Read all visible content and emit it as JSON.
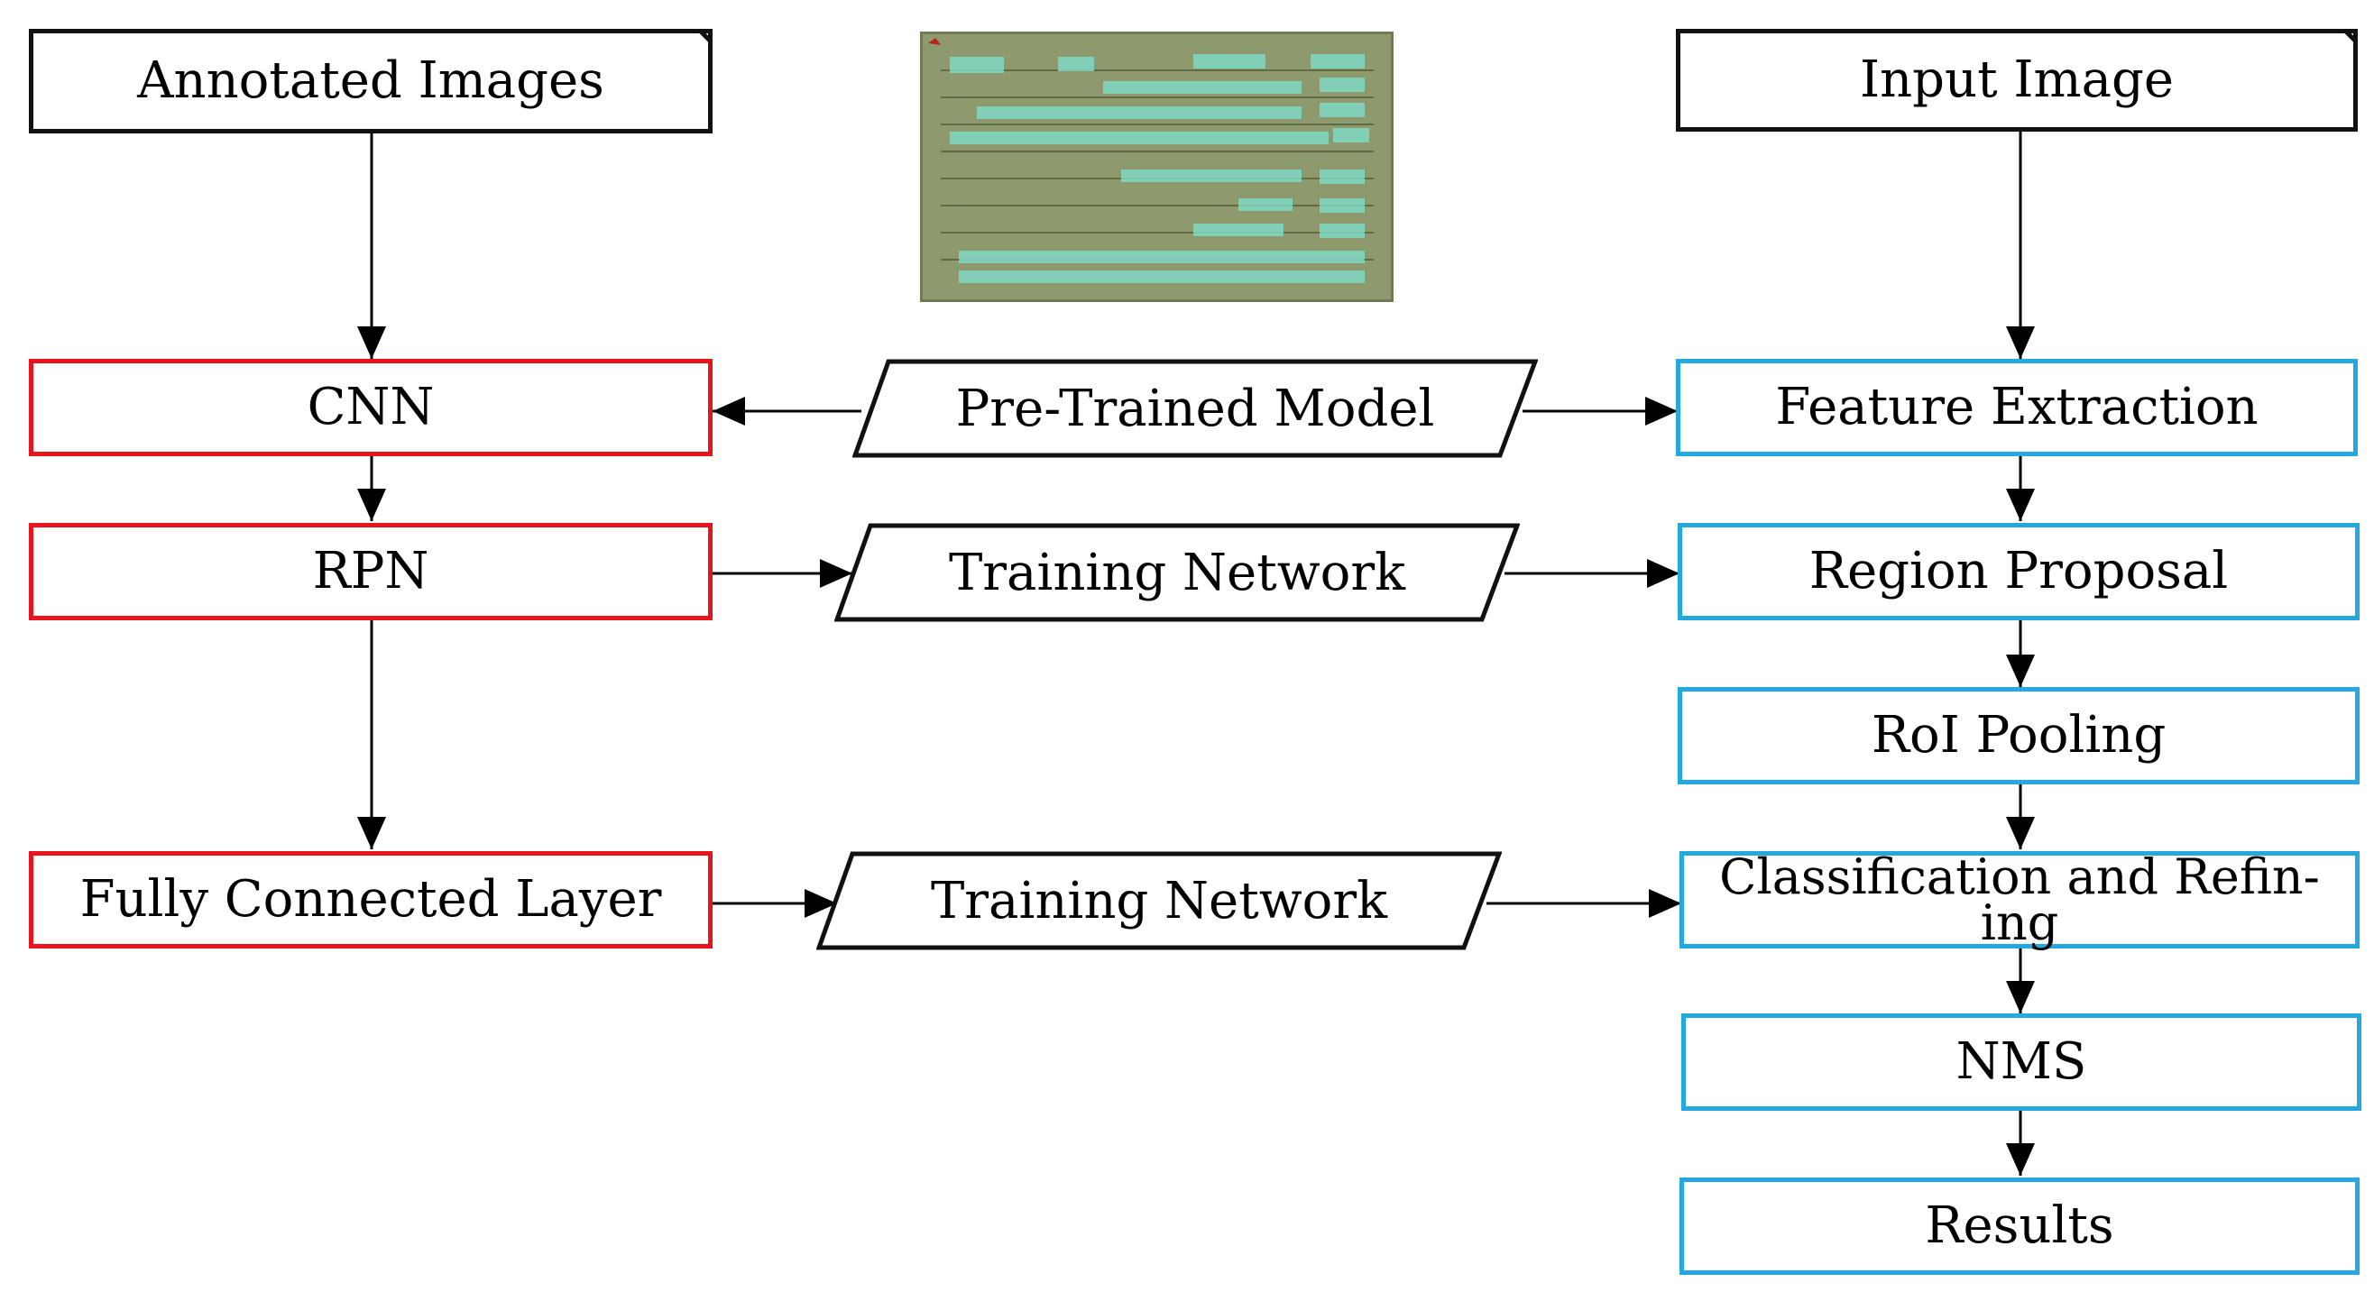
{
  "left_column": {
    "annotated_images": "Annotated Images",
    "cnn": "CNN",
    "rpn": "RPN",
    "fully_connected": "Fully Connected Layer"
  },
  "middle_column": {
    "pretrained": "Pre-Trained Model",
    "training_1": "Training Network",
    "training_2": "Training Network"
  },
  "right_column": {
    "input_image": "Input Image",
    "feature_extraction": "Feature Extraction",
    "region_proposal": "Region Proposal",
    "roi_pooling": "RoI Pooling",
    "classification_line1": "Classification and Refin-",
    "classification_line2": "ing",
    "nms": "NMS",
    "results": "Results"
  },
  "colors": {
    "left_border": "#e8141b",
    "right_border": "#23a8e0",
    "io_border": "#111111",
    "thumbnail_bg": "#8e9a6e",
    "thumbnail_field": "#7fd9c4"
  }
}
